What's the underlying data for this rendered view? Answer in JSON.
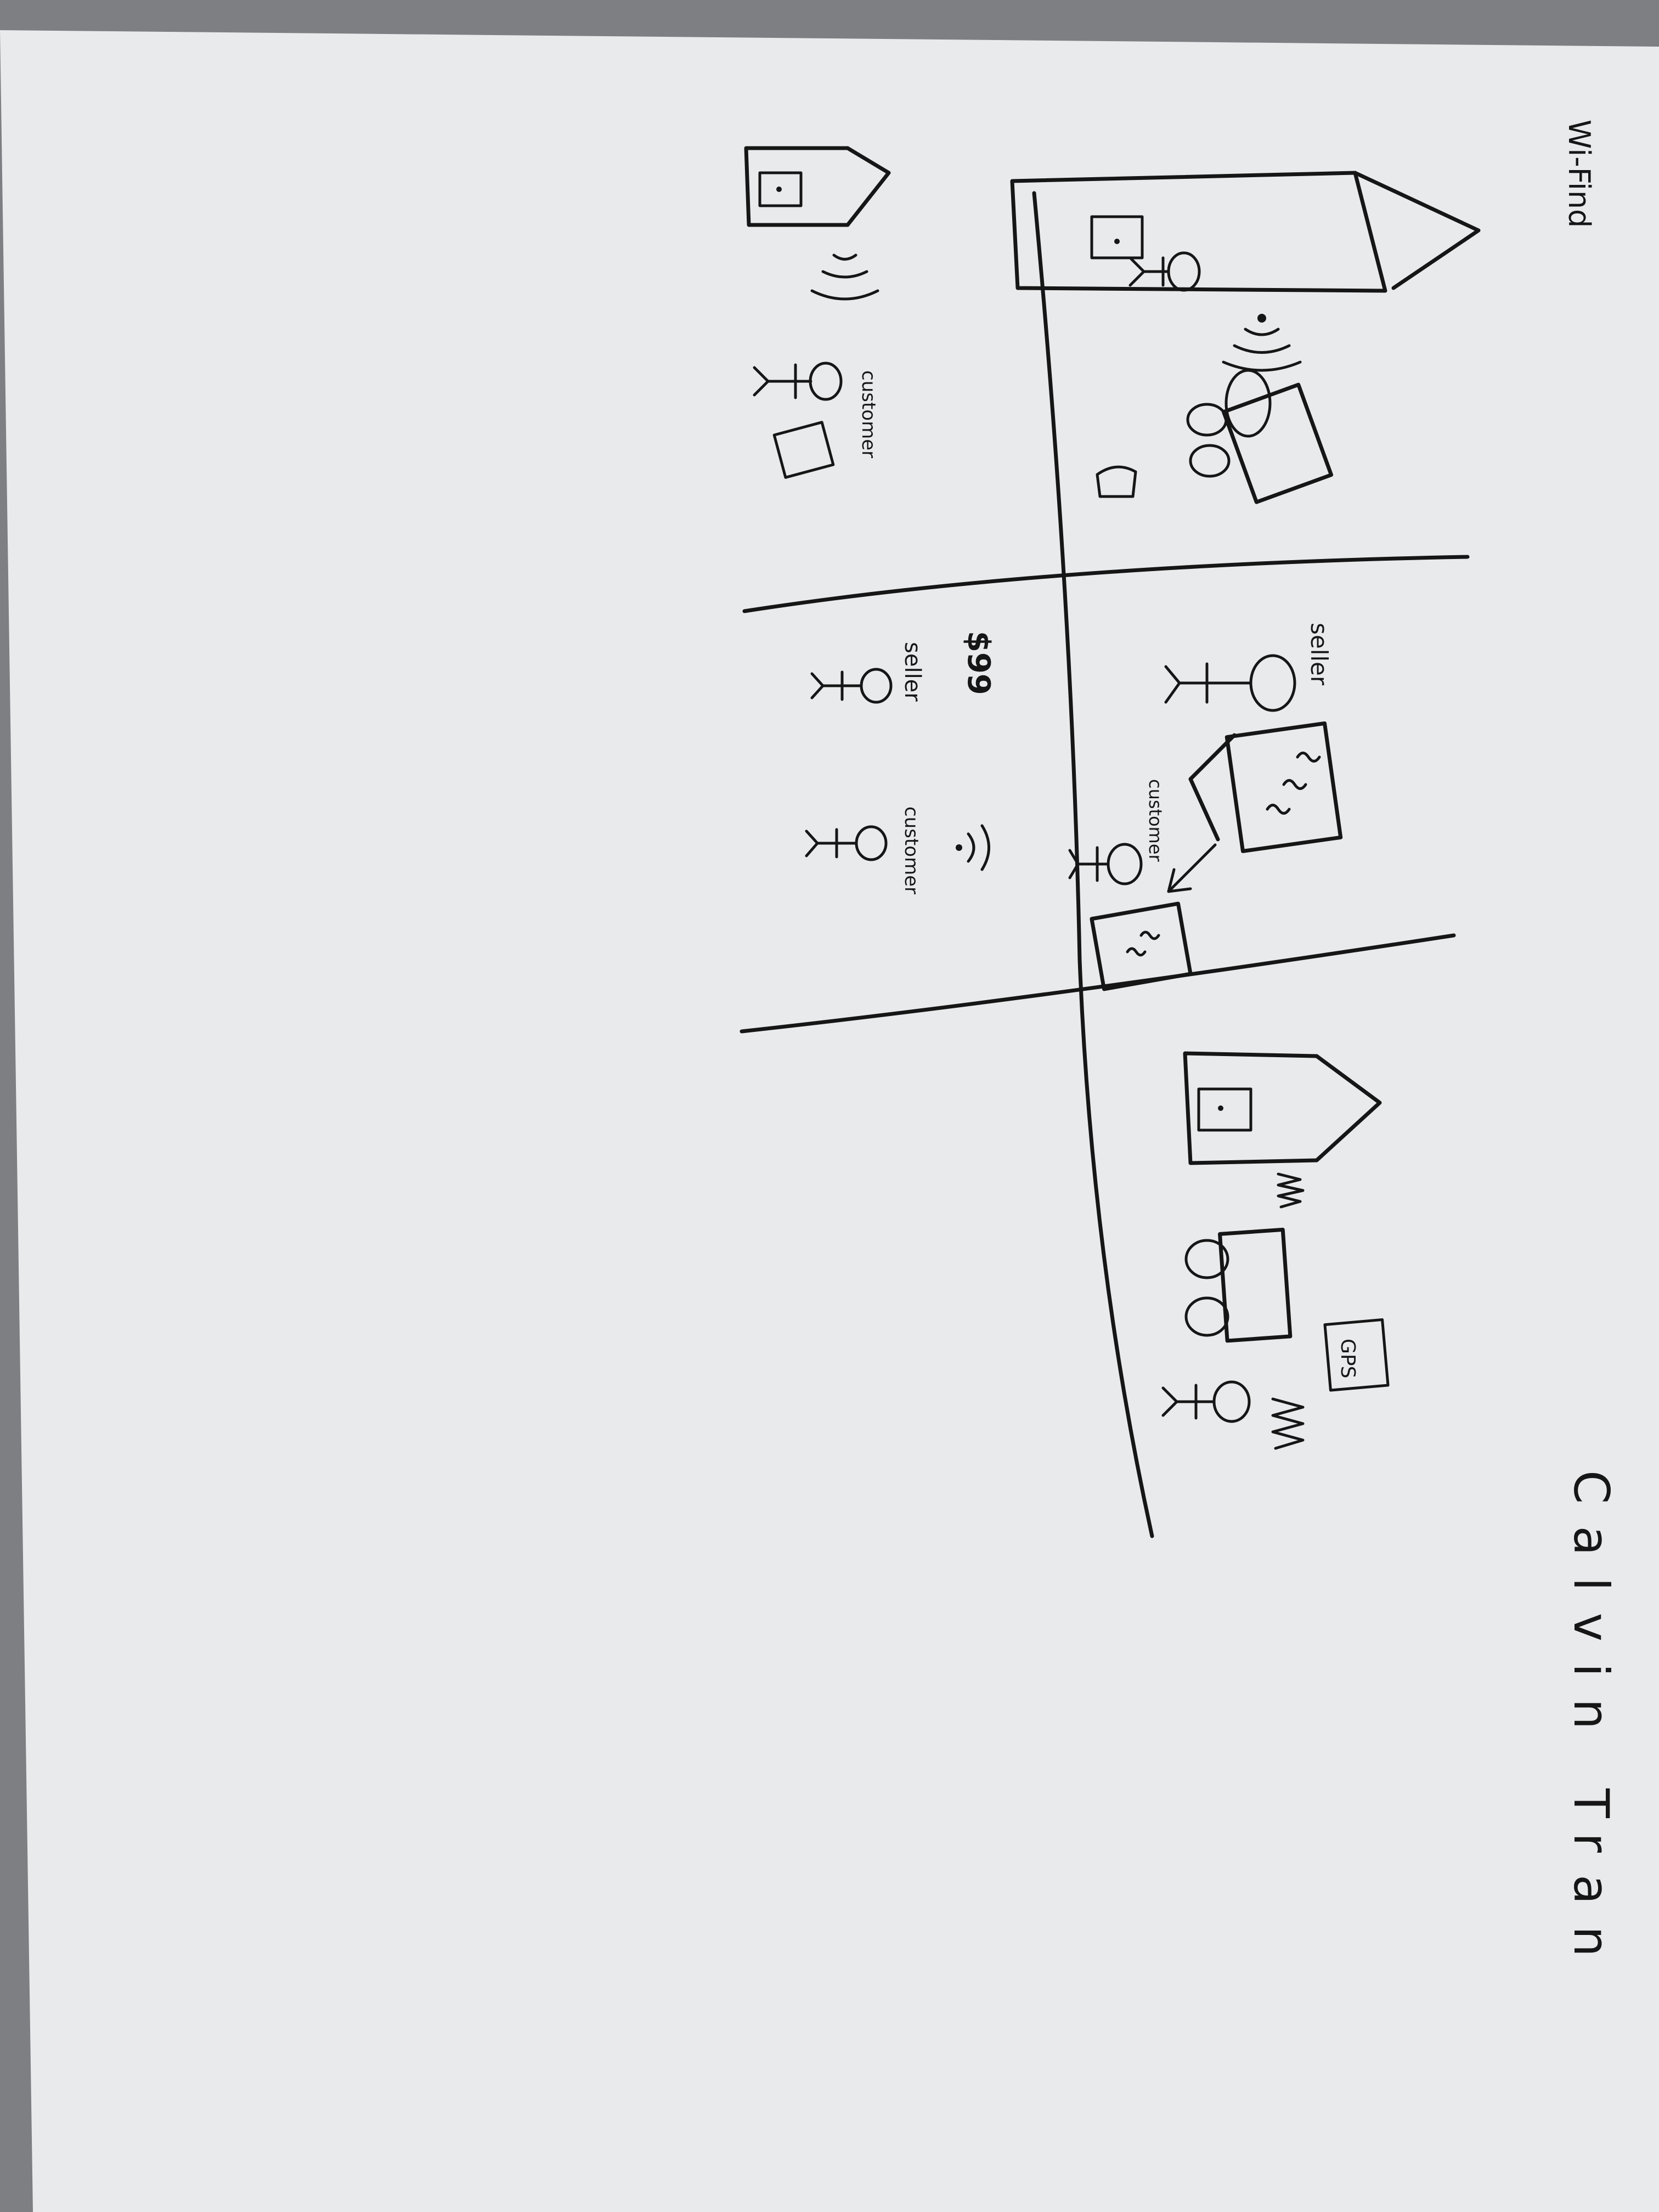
{
  "sketch": {
    "title": "Wi-Find",
    "author": "Calvin Tran",
    "panel1": {
      "label_customer": "customer"
    },
    "panel2": {
      "label_seller_top": "seller",
      "label_customer_laptop": "customer",
      "label_price": "$99",
      "label_seller_bottom": "seller",
      "label_customer_bottom": "customer"
    },
    "panel3": {
      "label_gps": "GPS"
    }
  },
  "colors": {
    "ink": "#161616",
    "paper": "#e9eaec",
    "background": "#7d7f82"
  }
}
